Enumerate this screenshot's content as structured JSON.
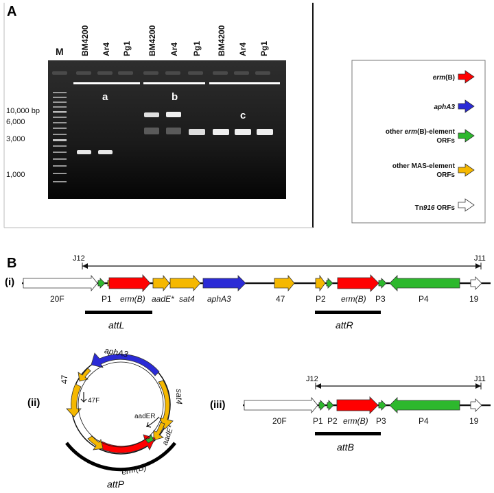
{
  "panel_a": {
    "label": "A",
    "lanes": [
      "M",
      "BM4200",
      "Ar4",
      "Pg1",
      "BM4200",
      "Ar4",
      "Pg1",
      "BM4200",
      "Ar4",
      "Pg1"
    ],
    "group_labels": [
      "a",
      "b",
      "c"
    ],
    "ladder_labels": [
      "10,000 bp",
      "6,000",
      "3,000",
      "1,000"
    ]
  },
  "legend": {
    "items": [
      {
        "name": "erm",
        "suffix": "(B)",
        "color": "#ff0000"
      },
      {
        "name": "aphA3",
        "suffix": "",
        "color": "#2b2bd6"
      },
      {
        "prefix": "other ",
        "name": "erm",
        "suffix": "(B)-element",
        "line2": "ORFs",
        "color": "#2db82d"
      },
      {
        "prefix": "other MAS-element",
        "line2": "ORFs",
        "color": "#f5b800"
      },
      {
        "prefix": "Tn",
        "name": "916",
        "suffix": " ORFs",
        "color": "#ffffff"
      }
    ]
  },
  "panel_b": {
    "label": "B",
    "row_i": {
      "label": "(i)",
      "j12": "J12",
      "j11": "J11",
      "labels": [
        "20F",
        "P1",
        "erm(B)",
        "aadE*",
        "sat4",
        "aphA3",
        "47",
        "P2",
        "erm(B)",
        "P3",
        "P4",
        "19"
      ],
      "att_left": "attL",
      "att_right": "attR"
    },
    "row_ii": {
      "label": "(ii)",
      "labels": [
        "aphA3",
        "sat4",
        "47",
        "47F",
        "aadER",
        "aadE*",
        "erm(B)"
      ],
      "att": "attP"
    },
    "row_iii": {
      "label": "(iii)",
      "j12": "J12",
      "j11": "J11",
      "labels": [
        "20F",
        "P1",
        "P2",
        "erm(B)",
        "P3",
        "P4",
        "19"
      ],
      "att": "attB"
    }
  }
}
